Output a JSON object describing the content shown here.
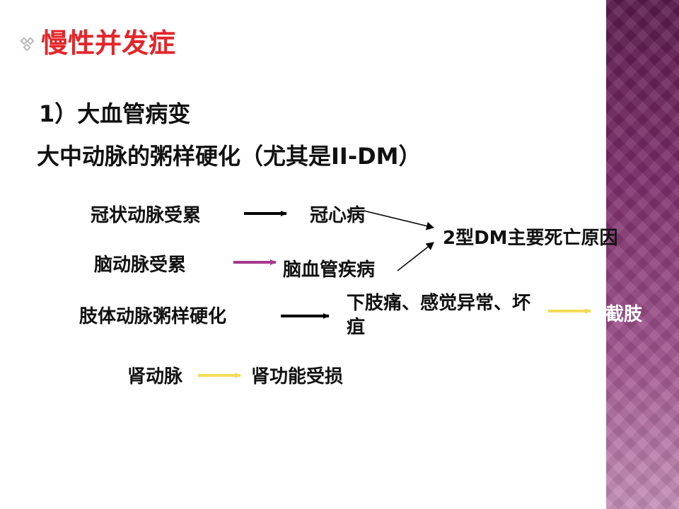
{
  "slide": {
    "title": "慢性并发症",
    "heading": "1）大血管病变",
    "subheading": "大中动脉的粥样硬化（尤其是II-DM）"
  },
  "diagram": {
    "coronary": "冠状动脉受累",
    "coronary_result": "冠心病",
    "cerebral": "脑动脉受累",
    "cerebral_result": "脑血管疾病",
    "main_cause": "2型DM主要死亡原因",
    "limb": "肢体动脉粥样硬化",
    "limb_result": "下肢痛、感觉异常、坏疽",
    "amputation": "截肢",
    "renal": "肾动脉",
    "renal_result": "肾功能受损"
  },
  "colors": {
    "title": "#e3262a",
    "arrow_black": "#000000",
    "arrow_purple": "#a63a8c",
    "arrow_yellow": "#f2dc5a",
    "sidebar": "#7c2d6a"
  }
}
